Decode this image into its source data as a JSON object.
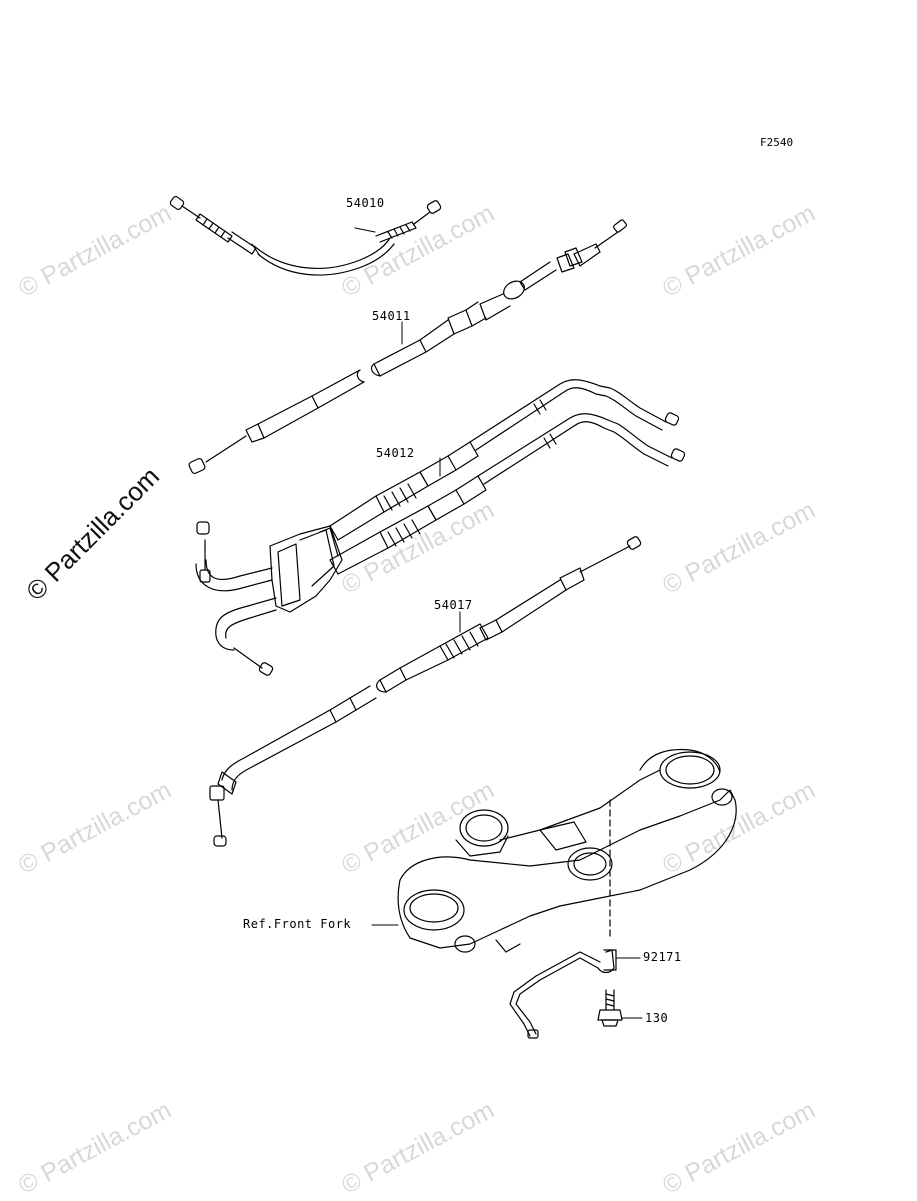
{
  "figure_code": "F2540",
  "watermark": "© Partzilla.com",
  "parts": {
    "cable_54010": "54010",
    "cable_54011": "54011",
    "cable_54012": "54012",
    "cable_54017": "54017",
    "clamp_92171": "92171",
    "bolt_130": "130"
  },
  "reference": "Ref.Front Fork"
}
